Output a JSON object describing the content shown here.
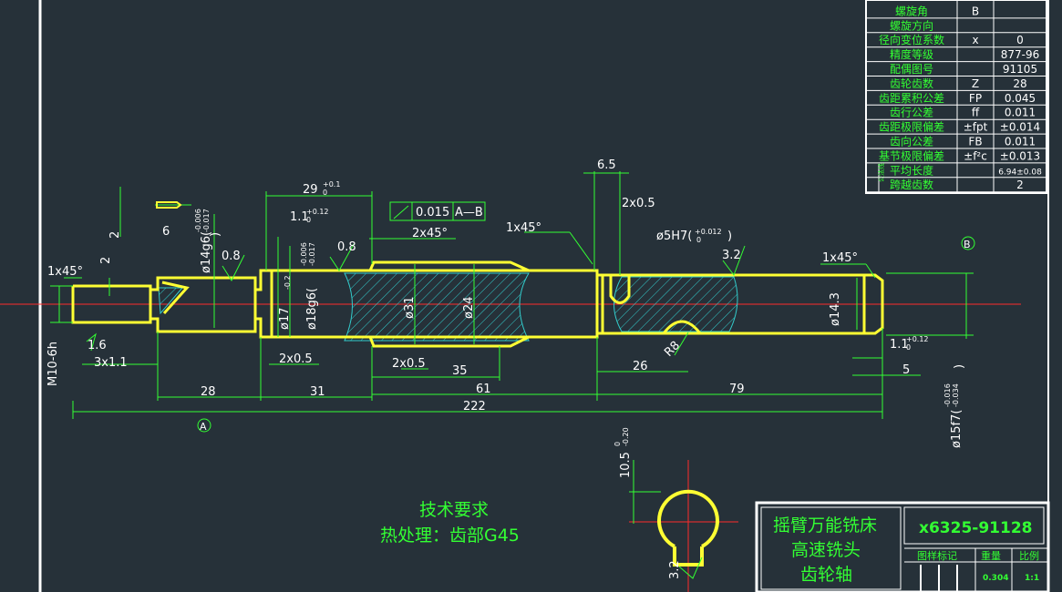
{
  "gear_table": {
    "rows": [
      {
        "name": "螺旋角",
        "symbol": "B",
        "value": ""
      },
      {
        "name": "螺旋方向",
        "symbol": "",
        "value": ""
      },
      {
        "name": "径向变位系数",
        "symbol": "x",
        "value": "0"
      },
      {
        "name": "精度等级",
        "symbol": "",
        "value": "877-96"
      },
      {
        "name": "配偶图号",
        "symbol": "",
        "value": "91105"
      },
      {
        "name": "齿轮齿数",
        "symbol": "Z",
        "value": "28"
      },
      {
        "name": "齿距累积公差",
        "symbol": "FP",
        "value": "0.045"
      },
      {
        "name": "齿行公差",
        "symbol": "ff",
        "value": "0.011"
      },
      {
        "name": "齿距极限偏差",
        "symbol": "±fpt",
        "value": "±0.014"
      },
      {
        "name": "齿向公差",
        "symbol": "FB",
        "value": "0.011"
      },
      {
        "name": "基节极限偏差",
        "symbol": "±f²c",
        "value": "±0.013"
      },
      {
        "name": "平均长度",
        "symbol": "",
        "value": "6.94±0.08"
      },
      {
        "name": "跨越齿数",
        "symbol": "",
        "value": "2"
      }
    ],
    "side_label": "公法线"
  },
  "dimensions": {
    "d_29": "29",
    "d_29_tol": "+0.1",
    "d_29_tol2": "0",
    "d_1_1_top": "1.1",
    "d_1_1_top_tol": "+0.12",
    "d_1_1_top_tol2": "0",
    "tol_value": "0.015",
    "tol_datum": "A—B",
    "d_6_5": "6.5",
    "d_2x0_5_top": "2x0.5",
    "d_1x45_top": "1x45°",
    "d_bore": "ø5H7(",
    "d_bore_tol": "+0.012",
    "d_bore_tol2": "0",
    "d_bore_close": ")",
    "d_2x45": "2x45°",
    "d_6": "6",
    "d_2_a": "2",
    "d_2_b": "2",
    "d_phi14g6": "ø14g6(",
    "d_phi14g6_tol": "-0.006",
    "d_phi14g6_tol2": "-0.017",
    "d_phi14g6_close": ")",
    "d_0_8_a": "0.8",
    "d_0_8_b": "0.8",
    "d_1x45_left": "1x45°",
    "d_1x45_right": "1x45°",
    "d_phi17": "ø17",
    "d_phi17_tol": "-0.2",
    "d_phi18g6": "ø18g6(",
    "d_phi18g6_tol": "-0.006",
    "d_phi18g6_tol2": "-0.017",
    "d_phi31": "ø31",
    "d_phi24": "ø24",
    "d_3_2_a": "3.2",
    "d_3_2_b": "3.2",
    "d_phi14_3": "ø14.3",
    "d_1_6_rough": "1.6",
    "d_m10": "M10-6h",
    "d_3x1_1": "3x1.1",
    "d_2x0_5_a": "2x0.5",
    "d_2x0_5_b": "2x0.5",
    "d_35": "35",
    "d_26": "26",
    "d_r8": "R8",
    "d_1_1_bot": "1.1",
    "d_1_1_bot_tol": "+0.12",
    "d_1_1_bot_tol2": "0",
    "d_5": "5",
    "d_28": "28",
    "d_31": "31",
    "d_61": "61",
    "d_79": "79",
    "d_222": "222",
    "datum_a": "A",
    "datum_b": "B",
    "d_phi15f7": "ø15f7(",
    "d_phi15f7_tol": "-0.016",
    "d_phi15f7_tol2": "-0.034",
    "d_phi15f7_close": ")",
    "d_10_5": "10.5",
    "d_10_5_tol": "0",
    "d_10_5_tol2": "-0.20"
  },
  "notes": {
    "title": "技术要求",
    "line1": "热处理：齿部G45"
  },
  "title_block": {
    "name_line1": "摇臂万能铣床",
    "name_line2": "高速铣头",
    "name_line3": "齿轮轴",
    "drawing_no": "x6325-91128",
    "h_mark": "图样标记",
    "h_weight": "重量",
    "h_scale": "比例",
    "weight": "0.304",
    "scale": "1:1"
  },
  "colors": {
    "background": "#263139",
    "dimension": "#33ff33",
    "outline": "#ffff33",
    "centerline": "#ff2b2b",
    "hatch": "#33cccc",
    "frame": "#ffffff"
  }
}
